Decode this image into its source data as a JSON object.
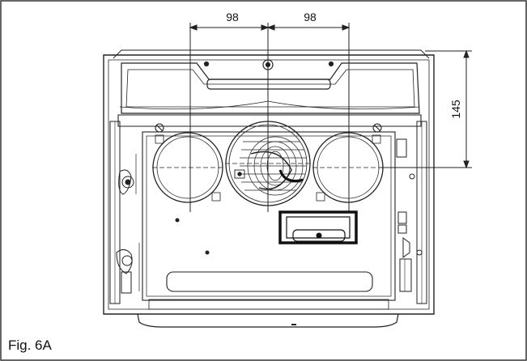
{
  "figure": {
    "caption": "Fig. 6A",
    "dimensions": {
      "left_spacing": "98",
      "right_spacing": "98",
      "vertical_height": "145"
    }
  }
}
